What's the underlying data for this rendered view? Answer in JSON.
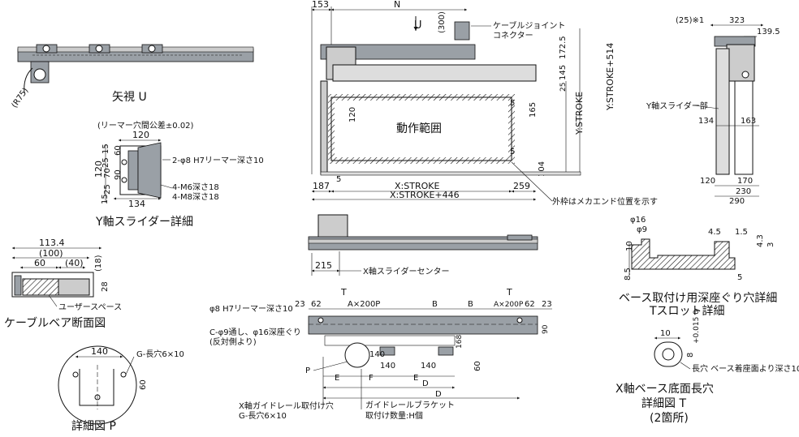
{
  "views": {
    "view_u": {
      "title": "矢視 U",
      "radius": "(R75)"
    },
    "y_slider": {
      "title": "Y軸スライダー詳細",
      "tolerance": "(リーマー穴間公差±0.02)",
      "w120": "120",
      "w134": "134",
      "v120": "120",
      "v15a": "15",
      "v25a": "25",
      "v60": "60",
      "v70": "70",
      "v90": "90",
      "v25b": "25",
      "v15b": "15",
      "note1": "2-φ8 H7リーマー深さ10",
      "note2": "4-M6深さ18",
      "note3": "4-M8深さ18"
    },
    "cable": {
      "title": "ケーブルベア断面図",
      "w113": "113.4",
      "w100": "(100)",
      "w60": "60",
      "w40": "(40)",
      "h18": "(18)",
      "h28": "28",
      "space": "ユーザースペース"
    },
    "detail_p": {
      "title": "詳細図 P",
      "w140": "140",
      "h60": "60",
      "slot": "G-長穴6×10"
    },
    "main_top": {
      "d153": "153",
      "n": "N",
      "u": "U",
      "d300": "(300)",
      "connector1": "ケーブルジョイント",
      "connector2": "コネクター",
      "range": "動作範囲",
      "d120": "120",
      "d5a": "5",
      "d5b": "5",
      "d5c": "5",
      "d165": "165",
      "d104": "104",
      "d172": "172.5",
      "d145": "145",
      "d25": "25",
      "ystroke": "Y:STROKE",
      "ystroke514": "Y:STROKE+514",
      "d187": "187",
      "xstroke": "X:STROKE",
      "d259": "259",
      "xstroke446": "X:STROKE+446",
      "note": "外枠はメカエンド位置を示す"
    },
    "main_side": {
      "d215": "215",
      "center": "X軸スライダーセンター"
    },
    "main_bottom": {
      "reamer": "φ8 H7リーマー深さ10",
      "t1": "T",
      "t2": "T",
      "d23a": "23",
      "d62a": "62",
      "ax200": "A×200P",
      "b1": "B",
      "b2": "B",
      "ax200b": "A×200P",
      "d62b": "62",
      "d23b": "23",
      "cthru1": "C-φ9通し、φ16深座ぐり",
      "cthru2": "(反対側より)",
      "h90": "90",
      "h168": "168",
      "h60": "60",
      "p": "P",
      "e1": "E",
      "f": "F",
      "e2": "E",
      "d140a": "140",
      "d140b": "140",
      "d140c": "140",
      "d": "D",
      "dd": "D",
      "guide1": "X軸ガイドレール取付け穴",
      "guide2": "G-長穴6×10",
      "bracket1": "ガイドレールブラケット",
      "bracket2": "取付け数量:H個"
    },
    "right_top": {
      "d25": "(25)※1",
      "d323": "323",
      "d139": "139.5",
      "yslider": "Y軸スライダー部",
      "d134": "134",
      "d163": "163",
      "d120": "120",
      "d170": "170",
      "d230": "230",
      "d290": "290"
    },
    "t_slot": {
      "title1": "ベース取付け用深座ぐり穴詳細",
      "title2": "Tスロット詳細",
      "phi16": "φ16",
      "phi9": "φ9",
      "d45": "4.5",
      "d15": "1.5",
      "d10": "10",
      "d85": "8.5",
      "d5": "5",
      "d43": "4.3",
      "d3": "3"
    },
    "slot_t": {
      "title1": "X軸ベース底面長穴",
      "title2": "詳細図 T",
      "title3": "(2箇所)",
      "d10": "10",
      "d8": "8",
      "tol": "+0.015 0",
      "note": "長穴 ベース着座面より深さ10"
    }
  }
}
